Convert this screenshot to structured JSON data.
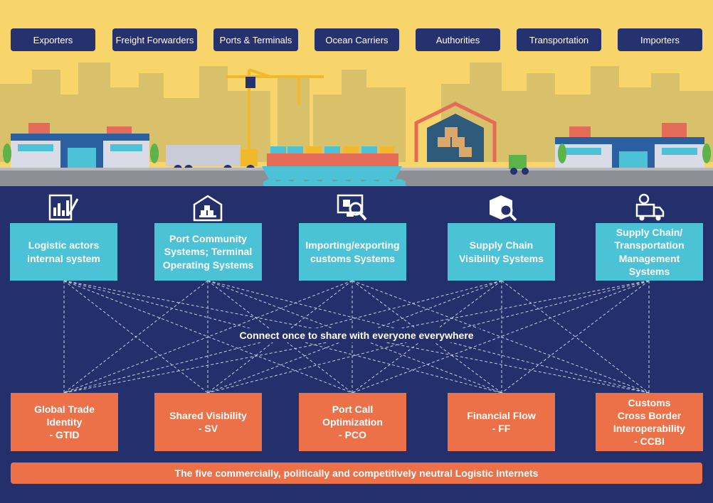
{
  "actors": [
    "Exporters",
    "Freight Forwarders",
    "Ports & Terminals",
    "Ocean Carriers",
    "Authorities",
    "Transportation",
    "Importers"
  ],
  "systems": [
    {
      "label": "Logistic actors\ninternal system",
      "icon": "chart-report-icon"
    },
    {
      "label": "Port Community\nSystems; Terminal\nOperating Systems",
      "icon": "warehouse-icon"
    },
    {
      "label": "Importing/exporting\ncustoms Systems",
      "icon": "monitor-search-icon"
    },
    {
      "label": "Supply Chain\nVisibility Systems",
      "icon": "box-search-icon"
    },
    {
      "label": "Supply Chain/\nTransportation\nManagement\nSystems",
      "icon": "truck-gear-icon"
    }
  ],
  "connect_text": "Connect once to share with everyone everywhere",
  "internets": [
    "Global Trade\nIdentity\n- GTID",
    "Shared Visibility\n- SV",
    "Port Call\nOptimization\n- PCO",
    "Financial Flow\n- FF",
    "Customs\nCross Border\nInteroperability\n- CCBI"
  ],
  "footer": "The five commercially, politically and competitively neutral Logistic Internets",
  "colors": {
    "navy": "#24306b",
    "teal": "#4cc2d6",
    "orange": "#ec7048",
    "sky": "#f8d56a"
  }
}
